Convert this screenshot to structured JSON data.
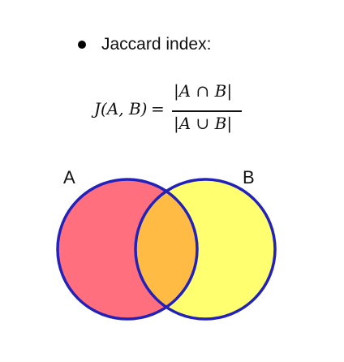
{
  "bullet": {
    "text": "Jaccard index:"
  },
  "formula": {
    "lhs": "J(A, B)",
    "equals": "=",
    "numerator": "|A ∩ B|",
    "denominator": "|A ∪ B|"
  },
  "venn": {
    "label_a": "A",
    "label_b": "B",
    "colors": {
      "set_a_fill": "#ff6f7e",
      "set_b_fill": "#ffff70",
      "intersection_fill": "#ffbb44",
      "outline": "#2222bb"
    }
  }
}
